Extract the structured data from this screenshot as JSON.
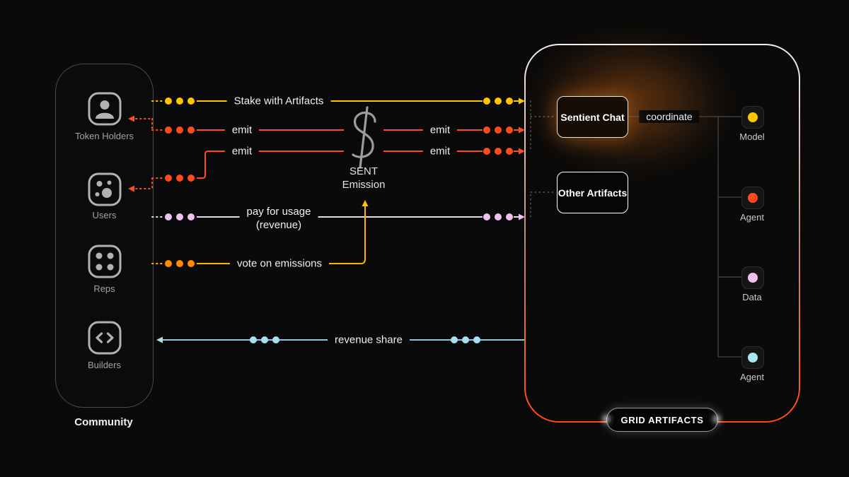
{
  "colors": {
    "background": "#0a0a0a",
    "stake": "#FFC400",
    "emit": "#FF4B1F",
    "pay_line": "#EDD9EC",
    "pay_dots": "#F0C0EE",
    "vote_line": "#FFB300",
    "vote_dots": "#FF8C00",
    "revenue_share": "#A5E0F0",
    "panel_border": "#4a4a4a"
  },
  "community": {
    "title": "Community",
    "members": [
      {
        "label": "Token Holders",
        "icon": "user-icon"
      },
      {
        "label": "Users",
        "icon": "dots-icon"
      },
      {
        "label": "Reps",
        "icon": "grid-dots-icon"
      },
      {
        "label": "Builders",
        "icon": "code-icon"
      }
    ]
  },
  "flows": {
    "stake": {
      "label": "Stake with Artifacts",
      "color": "#FFC400"
    },
    "emit_token_holders": {
      "label_left": "emit",
      "label_right": "emit",
      "color": "#FF4B1F"
    },
    "emit_users": {
      "label_left": "emit",
      "label_right": "emit",
      "color": "#FF4B1F"
    },
    "pay": {
      "label_line1": "pay for usage",
      "label_line2": "(revenue)",
      "color": "#F0C0EE"
    },
    "vote": {
      "label": "vote on emissions",
      "color": "#FFB300"
    },
    "revenue_share": {
      "label": "revenue share",
      "color": "#A5E0F0"
    }
  },
  "emission": {
    "symbol": "dollar-sign",
    "title_line1": "SENT",
    "title_line2": "Emission"
  },
  "grid_artifacts": {
    "badge": "GRID ARTIFACTS",
    "sentient_chat": "Sentient Chat",
    "other_artifacts": "Other Artifacts",
    "coordinate_label": "coordinate",
    "nodes": [
      {
        "label": "Model",
        "color": "#FFC400"
      },
      {
        "label": "Agent",
        "color": "#FF4B1F"
      },
      {
        "label": "Data",
        "color": "#F0C0EE"
      },
      {
        "label": "Agent",
        "color": "#A8E8F2"
      }
    ]
  }
}
